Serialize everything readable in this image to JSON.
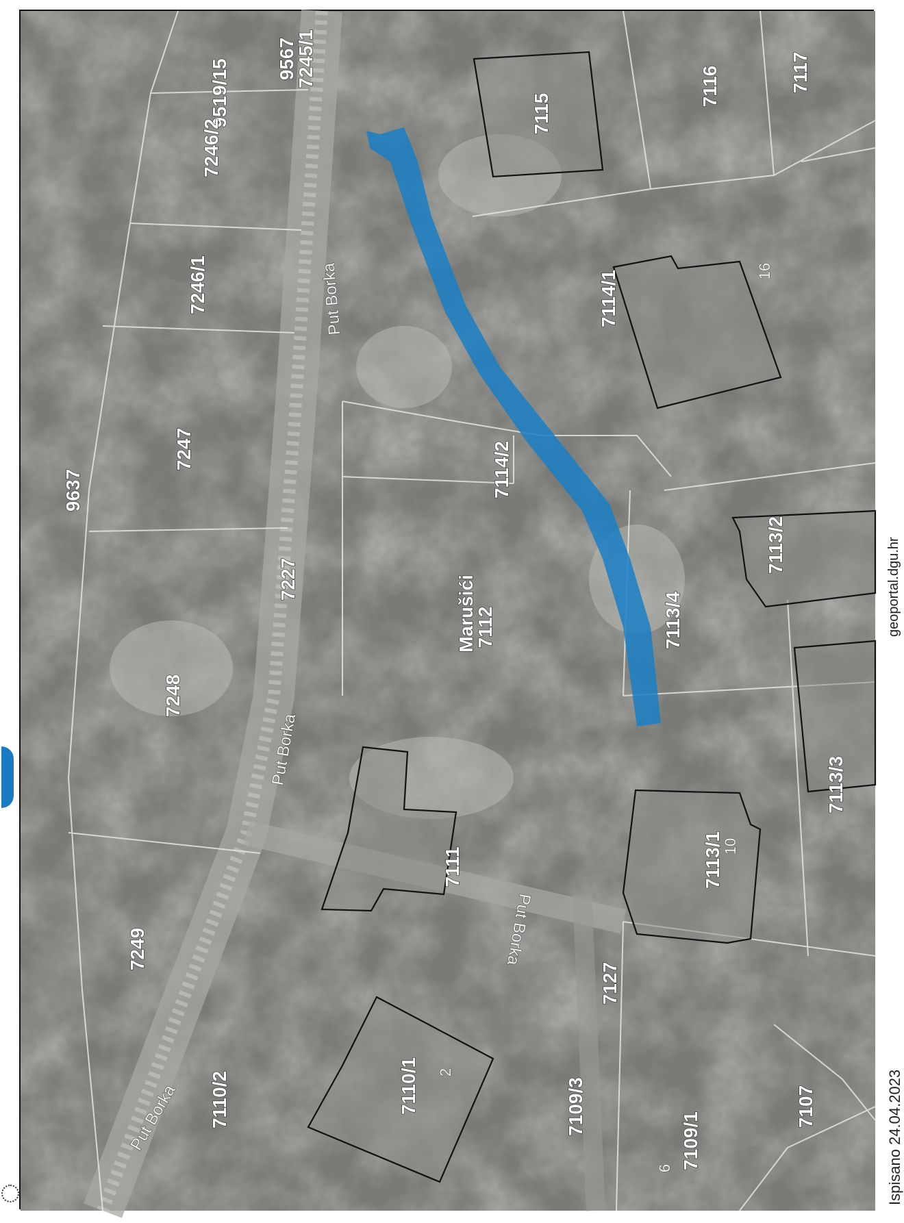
{
  "map": {
    "parcels": [
      "9519/15",
      "9567",
      "7245/1",
      "7246/2",
      "7246/1",
      "7247",
      "9637",
      "7227",
      "7248",
      "7249",
      "7110/2",
      "7110/1",
      "7109/3",
      "7109/1",
      "7107",
      "7112",
      "7111",
      "7114/2",
      "7113/4",
      "7113/2",
      "7113/3",
      "7113/1",
      "7114/1",
      "7115",
      "7116",
      "7117",
      "7127"
    ],
    "streets": [
      "Put Borka",
      "Put Borka",
      "Put Borka",
      "Put Borka"
    ],
    "place_name": "Marušići",
    "house_numbers": [
      "2",
      "6",
      "10",
      "16"
    ],
    "route_color": "#1a7fc4"
  },
  "footer": {
    "date_stamp": "Ispisano 24.04.2023",
    "source": "geoportal.dgu.hr"
  }
}
